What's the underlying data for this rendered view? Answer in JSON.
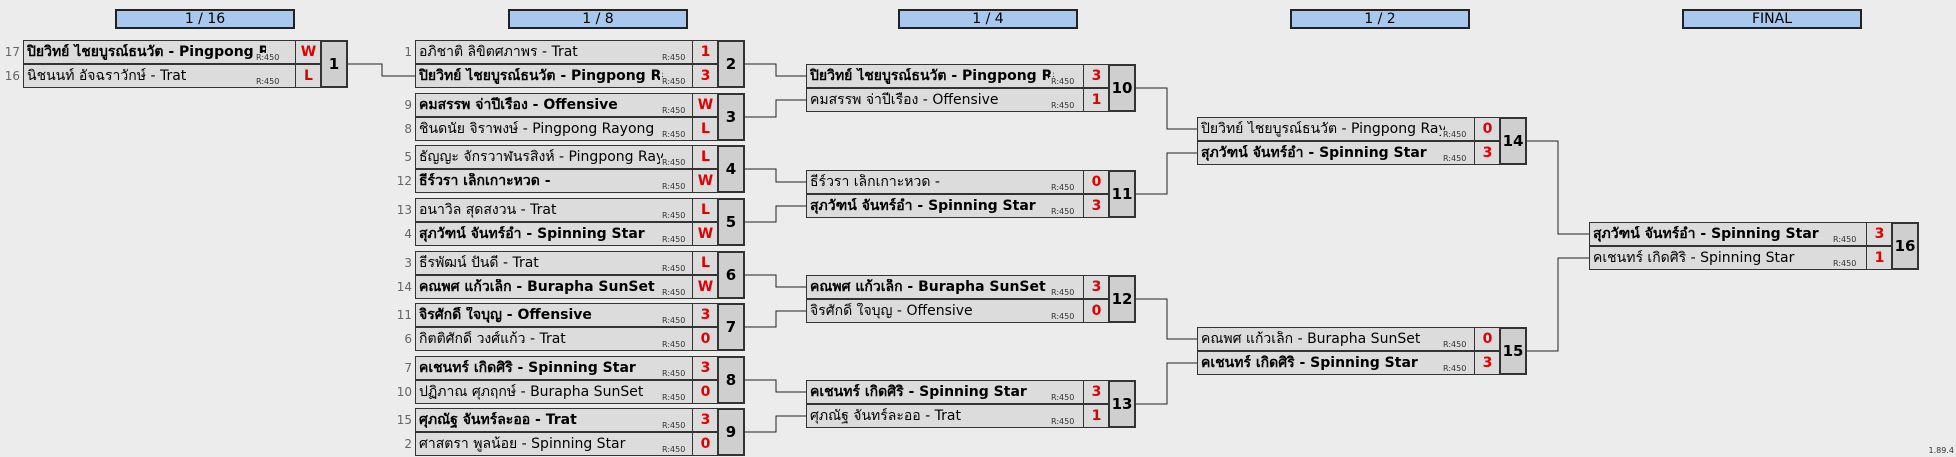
{
  "rounds": [
    "1 / 16",
    "1 / 8",
    "1 / 4",
    "1 / 2",
    "FINAL"
  ],
  "version": "1.89.4",
  "matches": [
    {
      "id": "1",
      "players": [
        {
          "seed": "17",
          "name": "ปิยวิทย์ ไชยบูรณ์ธนวัต",
          "club": "Pingpong Rayong",
          "rating": "R:450",
          "score": "W",
          "winner": true
        },
        {
          "seed": "16",
          "name": "นิชนนท์ อัจฉราวักษ์",
          "club": "Trat",
          "rating": "R:450",
          "score": "L",
          "winner": false
        }
      ]
    },
    {
      "id": "2",
      "players": [
        {
          "seed": "1",
          "name": "อภิชาติ ลิขิตศภาพร",
          "club": "Trat",
          "rating": "R:450",
          "score": "1",
          "winner": false
        },
        {
          "seed": "",
          "name": "ปิยวิทย์ ไชยบูรณ์ธนวัต",
          "club": "Pingpong Rayong",
          "rating": "R:450",
          "score": "3",
          "winner": true
        }
      ]
    },
    {
      "id": "3",
      "players": [
        {
          "seed": "9",
          "name": "คมสรรพ จ่าปีเรือง",
          "club": "Offensive",
          "rating": "R:450",
          "score": "W",
          "winner": true
        },
        {
          "seed": "8",
          "name": "ชินดนัย จิราพงษ์",
          "club": "Pingpong Rayong",
          "rating": "R:450",
          "score": "L",
          "winner": false
        }
      ]
    },
    {
      "id": "4",
      "players": [
        {
          "seed": "5",
          "name": "ธัญญะ จักรวาฬนรสิงห์",
          "club": "Pingpong Rayong",
          "rating": "R:450",
          "score": "L",
          "winner": false
        },
        {
          "seed": "12",
          "name": "ธีร์วรา เล็กเกาะหวด",
          "club": "",
          "rating": "R:450",
          "score": "W",
          "winner": true
        }
      ]
    },
    {
      "id": "5",
      "players": [
        {
          "seed": "13",
          "name": "อนาวิล สุดสงวน",
          "club": "Trat",
          "rating": "R:450",
          "score": "L",
          "winner": false
        },
        {
          "seed": "4",
          "name": "สุภวัฑน์ จันทร์อ่ำ",
          "club": "Spinning Star",
          "rating": "R:450",
          "score": "W",
          "winner": true
        }
      ]
    },
    {
      "id": "6",
      "players": [
        {
          "seed": "3",
          "name": "ธีรพัฒน์ ปั้นดี",
          "club": "Trat",
          "rating": "R:450",
          "score": "L",
          "winner": false
        },
        {
          "seed": "14",
          "name": "คณพศ แก้วเล็ก",
          "club": "Burapha SunSet",
          "rating": "R:450",
          "score": "W",
          "winner": true
        }
      ]
    },
    {
      "id": "7",
      "players": [
        {
          "seed": "11",
          "name": "จิรศักดิ์ ใจบุญ",
          "club": "Offensive",
          "rating": "R:450",
          "score": "3",
          "winner": true
        },
        {
          "seed": "6",
          "name": "กิตติศักดิ์ วงศ์แก้ว",
          "club": "Trat",
          "rating": "R:450",
          "score": "0",
          "winner": false
        }
      ]
    },
    {
      "id": "8",
      "players": [
        {
          "seed": "7",
          "name": "คเชนทร์ เกิดศิริ",
          "club": "Spinning Star",
          "rating": "R:450",
          "score": "3",
          "winner": true
        },
        {
          "seed": "10",
          "name": "ปฏิภาณ ศุภฤกษ์",
          "club": "Burapha SunSet",
          "rating": "R:450",
          "score": "0",
          "winner": false
        }
      ]
    },
    {
      "id": "9",
      "players": [
        {
          "seed": "15",
          "name": "ศุภณัฐ จันทร์ละออ",
          "club": "Trat",
          "rating": "R:450",
          "score": "3",
          "winner": true
        },
        {
          "seed": "2",
          "name": "ศาสตรา พูลน้อย",
          "club": "Spinning Star",
          "rating": "R:450",
          "score": "0",
          "winner": false
        }
      ]
    },
    {
      "id": "10",
      "players": [
        {
          "seed": "",
          "name": "ปิยวิทย์ ไชยบูรณ์ธนวัต",
          "club": "Pingpong Rayong",
          "rating": "R:450",
          "score": "3",
          "winner": true
        },
        {
          "seed": "",
          "name": "คมสรรพ จ่าปีเรือง",
          "club": "Offensive",
          "rating": "R:450",
          "score": "1",
          "winner": false
        }
      ]
    },
    {
      "id": "11",
      "players": [
        {
          "seed": "",
          "name": "ธีร์วรา เล็กเกาะหวด",
          "club": "",
          "rating": "R:450",
          "score": "0",
          "winner": false
        },
        {
          "seed": "",
          "name": "สุภวัฑน์ จันทร์อ่ำ",
          "club": "Spinning Star",
          "rating": "R:450",
          "score": "3",
          "winner": true
        }
      ]
    },
    {
      "id": "12",
      "players": [
        {
          "seed": "",
          "name": "คณพศ แก้วเล็ก",
          "club": "Burapha SunSet",
          "rating": "R:450",
          "score": "3",
          "winner": true
        },
        {
          "seed": "",
          "name": "จิรศักดิ์ ใจบุญ",
          "club": "Offensive",
          "rating": "R:450",
          "score": "0",
          "winner": false
        }
      ]
    },
    {
      "id": "13",
      "players": [
        {
          "seed": "",
          "name": "คเชนทร์ เกิดศิริ",
          "club": "Spinning Star",
          "rating": "R:450",
          "score": "3",
          "winner": true
        },
        {
          "seed": "",
          "name": "ศุภณัฐ จันทร์ละออ",
          "club": "Trat",
          "rating": "R:450",
          "score": "1",
          "winner": false
        }
      ]
    },
    {
      "id": "14",
      "players": [
        {
          "seed": "",
          "name": "ปิยวิทย์ ไชยบูรณ์ธนวัต",
          "club": "Pingpong Rayong",
          "rating": "R:450",
          "score": "0",
          "winner": false
        },
        {
          "seed": "",
          "name": "สุภวัฑน์ จันทร์อ่ำ",
          "club": "Spinning Star",
          "rating": "R:450",
          "score": "3",
          "winner": true
        }
      ]
    },
    {
      "id": "15",
      "players": [
        {
          "seed": "",
          "name": "คณพศ แก้วเล็ก",
          "club": "Burapha SunSet",
          "rating": "R:450",
          "score": "0",
          "winner": false
        },
        {
          "seed": "",
          "name": "คเชนทร์ เกิดศิริ",
          "club": "Spinning Star",
          "rating": "R:450",
          "score": "3",
          "winner": true
        }
      ]
    },
    {
      "id": "16",
      "players": [
        {
          "seed": "",
          "name": "สุภวัฑน์ จันทร์อ่ำ",
          "club": "Spinning Star",
          "rating": "R:450",
          "score": "3",
          "winner": true
        },
        {
          "seed": "",
          "name": "คเชนทร์ เกิดศิริ",
          "club": "Spinning Star",
          "rating": "R:450",
          "score": "1",
          "winner": false
        }
      ]
    }
  ]
}
